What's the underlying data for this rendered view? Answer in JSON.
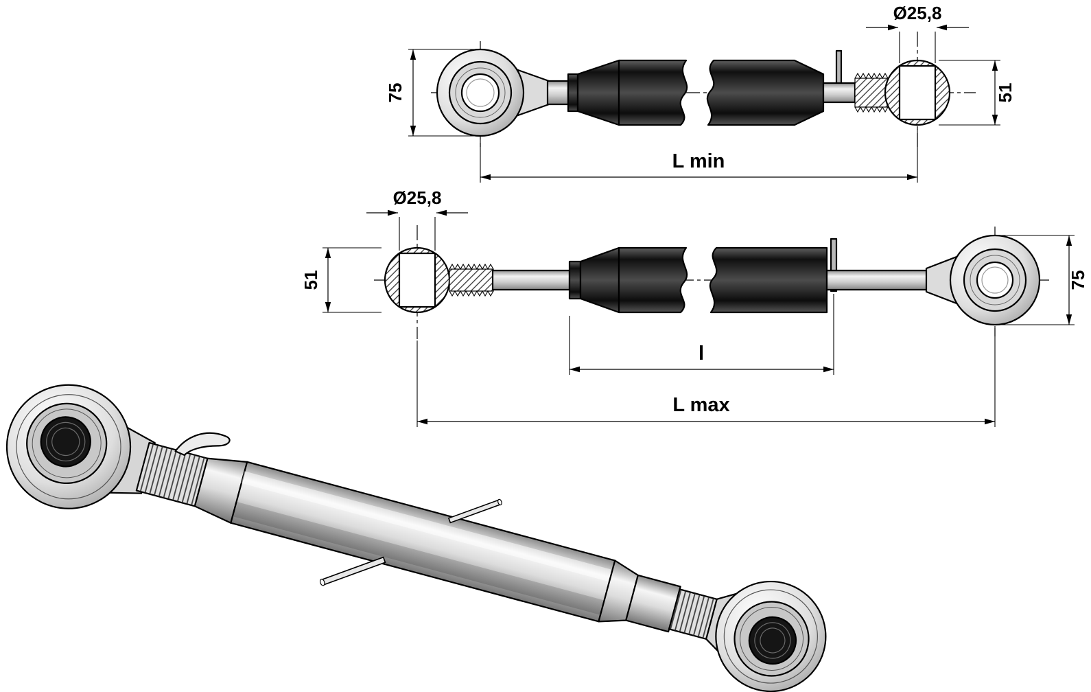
{
  "drawing": {
    "background": "#ffffff",
    "line_color": "#000000",
    "body_dark_color": "#1c1c1c",
    "body_light_color": "#e8e8e8",
    "views": {
      "top": {
        "dim_eye_diameter": "75",
        "dim_bore_diameter": "Ø25,8",
        "dim_ball_diameter": "51",
        "dim_length_min": "L min"
      },
      "middle": {
        "dim_bore_diameter": "Ø25,8",
        "dim_ball_diameter": "51",
        "dim_eye_diameter": "75",
        "dim_tube_length": "l",
        "dim_length_max": "L max"
      }
    }
  }
}
